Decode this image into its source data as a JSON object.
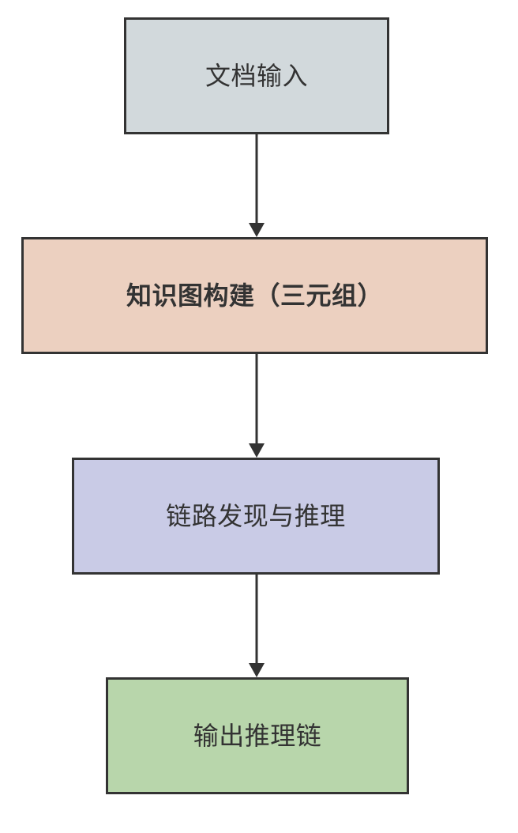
{
  "diagram": {
    "type": "flowchart",
    "orientation": "top-to-bottom",
    "background_color": "#ffffff",
    "border_color": "#333333",
    "text_color": "#333333",
    "arrow_color": "#333333",
    "nodes": [
      {
        "id": "doc-input",
        "label": "文档输入",
        "fill": "#d2d9dc",
        "bold": false
      },
      {
        "id": "kg-build",
        "label": "知识图构建（三元组）",
        "fill": "#ecd0c0",
        "bold": true
      },
      {
        "id": "link-reason",
        "label": "链路发现与推理",
        "fill": "#c9cbe6",
        "bold": false
      },
      {
        "id": "output-chain",
        "label": "输出推理链",
        "fill": "#b8d6ab",
        "bold": false
      }
    ],
    "edges": [
      {
        "id": "edge-1",
        "from": "doc-input",
        "to": "kg-build",
        "label": ""
      },
      {
        "id": "edge-2",
        "from": "kg-build",
        "to": "link-reason",
        "label": ""
      },
      {
        "id": "edge-3",
        "from": "link-reason",
        "to": "output-chain",
        "label": ""
      }
    ]
  }
}
